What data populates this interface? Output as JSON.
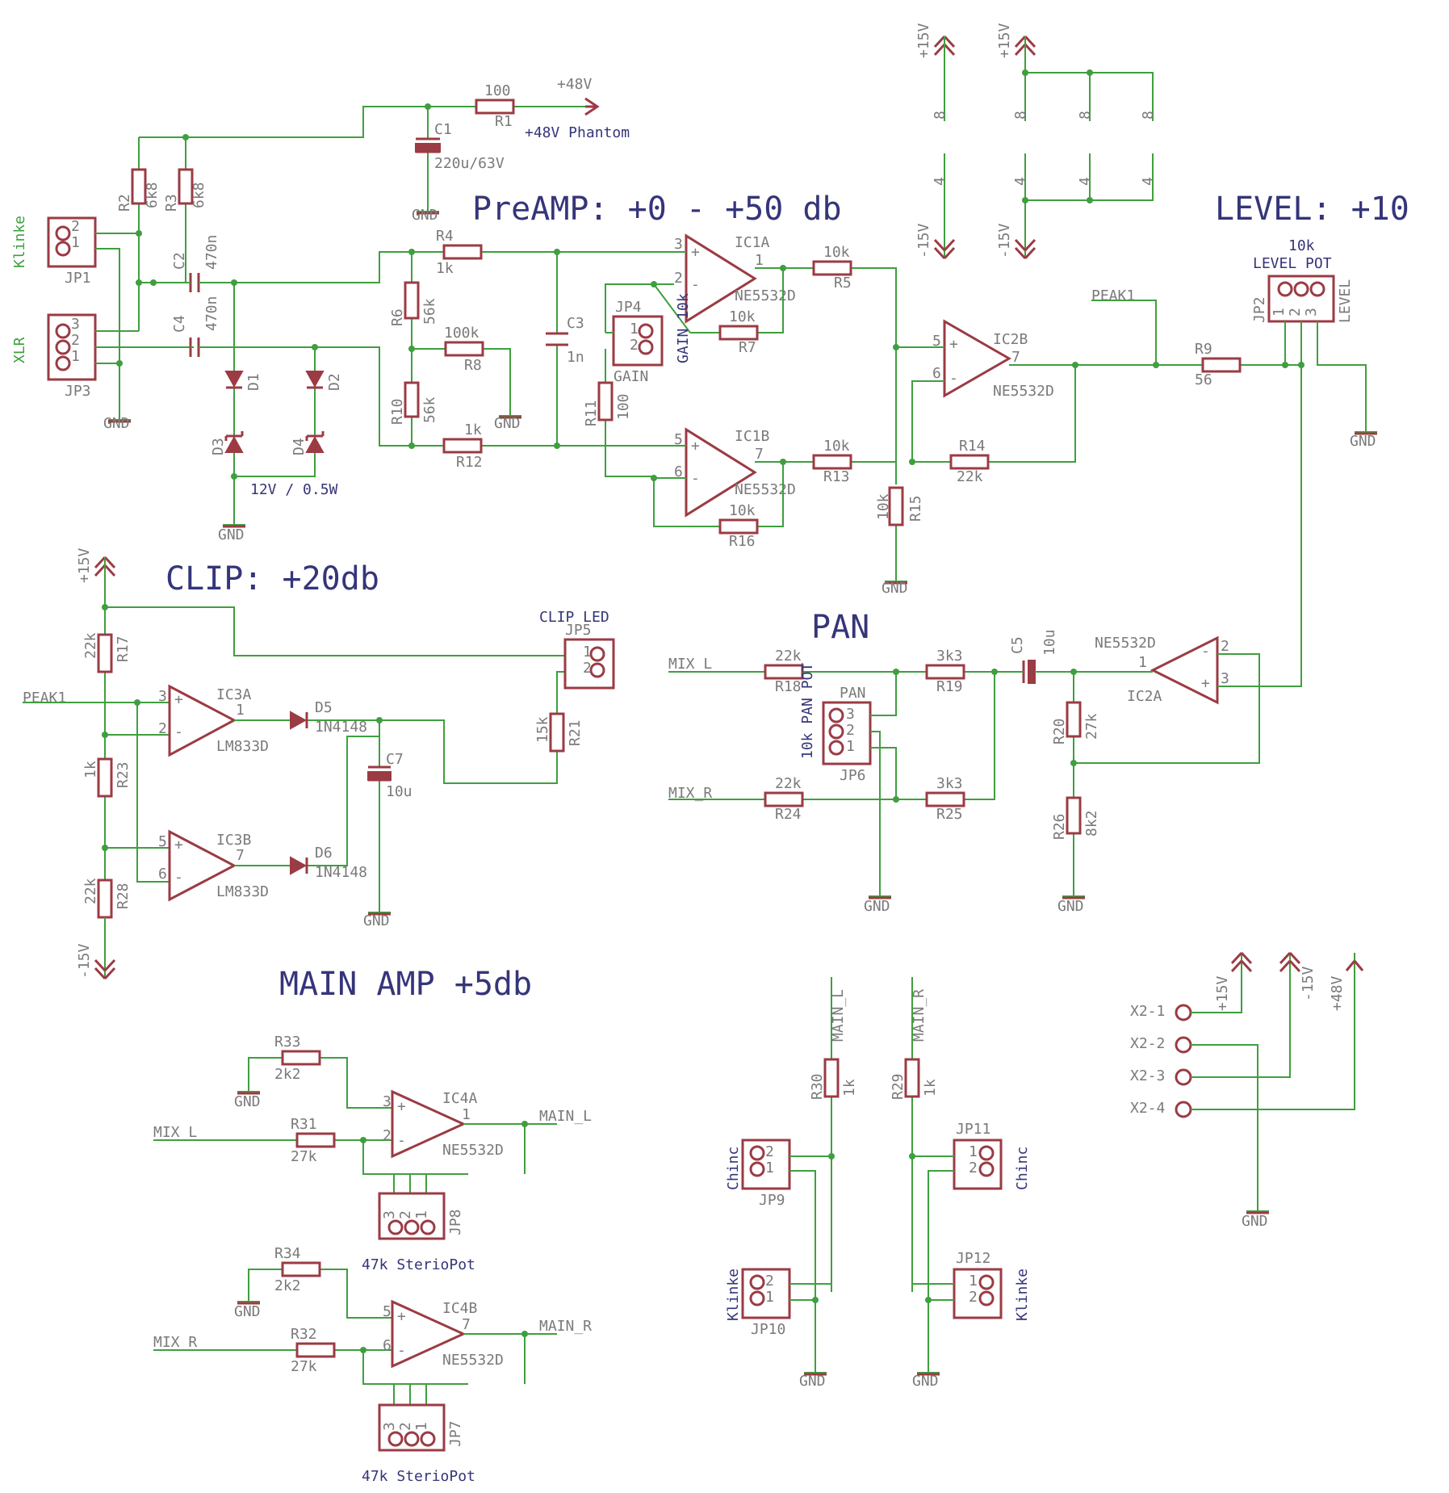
{
  "headings": {
    "preamp": "PreAMP: +0 - +50 db",
    "level": "LEVEL: +10",
    "clip": "CLIP: +20db",
    "pan": "PAN",
    "main_amp": "MAIN AMP +5db"
  },
  "notes": {
    "phantom": "+48V Phantom",
    "zener": "12V / 0.5W",
    "klinke": "Klinke",
    "xlr": "XLR",
    "chinc": "Chinc",
    "gain": "GAIN",
    "gain_pot": "GAIN 10k",
    "level_pot_top": "10k",
    "level_pot": "LEVEL POT",
    "level": "LEVEL",
    "clip_led": "CLIP LED",
    "pan": "PAN",
    "pan_pot": "10k PAN POT",
    "stereo_pot": "47k SterioPot"
  },
  "rails": {
    "p15": "+15V",
    "m15": "-15V",
    "p48": "+48V",
    "gnd": "GND"
  },
  "nets": {
    "peak1": "PEAK1",
    "mix_l": "MIX_L",
    "mix_r": "MIX_R",
    "main_l": "MAIN_L",
    "main_r": "MAIN_R",
    "x2_1": "X2-1",
    "x2_2": "X2-2",
    "x2_3": "X2-3",
    "x2_4": "X2-4"
  },
  "parts": {
    "R1": {
      "name": "R1",
      "value": "100"
    },
    "R2": {
      "name": "R2",
      "value": "6k8"
    },
    "R3": {
      "name": "R3",
      "value": "6k8"
    },
    "R4": {
      "name": "R4",
      "value": "1k"
    },
    "R5": {
      "name": "R5",
      "value": "10k"
    },
    "R6": {
      "name": "R6",
      "value": "56k"
    },
    "R7": {
      "name": "R7",
      "value": "10k"
    },
    "R8": {
      "name": "R8",
      "value": "100k"
    },
    "R9": {
      "name": "R9",
      "value": "56"
    },
    "R10": {
      "name": "R10",
      "value": "56k"
    },
    "R11": {
      "name": "R11",
      "value": "100"
    },
    "R12": {
      "name": "R12",
      "value": "1k"
    },
    "R13": {
      "name": "R13",
      "value": "10k"
    },
    "R14": {
      "name": "R14",
      "value": "22k"
    },
    "R15": {
      "name": "R15",
      "value": "10k"
    },
    "R16": {
      "name": "R16",
      "value": "10k"
    },
    "R17": {
      "name": "R17",
      "value": "22k"
    },
    "R18": {
      "name": "R18",
      "value": "22k"
    },
    "R19": {
      "name": "R19",
      "value": "3k3"
    },
    "R20": {
      "name": "R20",
      "value": "27k"
    },
    "R21": {
      "name": "R21",
      "value": "15k"
    },
    "R23": {
      "name": "R23",
      "value": "1k"
    },
    "R24": {
      "name": "R24",
      "value": "22k"
    },
    "R25": {
      "name": "R25",
      "value": "3k3"
    },
    "R26": {
      "name": "R26",
      "value": "8k2"
    },
    "R28": {
      "name": "R28",
      "value": "22k"
    },
    "R29": {
      "name": "R29",
      "value": "1k"
    },
    "R30": {
      "name": "R30",
      "value": "1k"
    },
    "R31": {
      "name": "R31",
      "value": "27k"
    },
    "R32": {
      "name": "R32",
      "value": "27k"
    },
    "R33": {
      "name": "R33",
      "value": "2k2"
    },
    "R34": {
      "name": "R34",
      "value": "2k2"
    },
    "C1": {
      "name": "C1",
      "value": "220u/63V"
    },
    "C2": {
      "name": "C2",
      "value": "470n"
    },
    "C3": {
      "name": "C3",
      "value": "1n"
    },
    "C4": {
      "name": "C4",
      "value": "470n"
    },
    "C5": {
      "name": "C5",
      "value": "10u"
    },
    "C7": {
      "name": "C7",
      "value": "10u"
    },
    "D1": {
      "name": "D1"
    },
    "D2": {
      "name": "D2"
    },
    "D3": {
      "name": "D3"
    },
    "D4": {
      "name": "D4"
    },
    "D5": {
      "name": "D5",
      "value": "1N4148"
    },
    "D6": {
      "name": "D6",
      "value": "1N4148"
    },
    "IC1A": {
      "name": "IC1A",
      "value": "NE5532D"
    },
    "IC1B": {
      "name": "IC1B",
      "value": "NE5532D"
    },
    "IC2A": {
      "name": "IC2A",
      "value": "NE5532D"
    },
    "IC2B": {
      "name": "IC2B",
      "value": "NE5532D"
    },
    "IC3A": {
      "name": "IC3A",
      "value": "LM833D"
    },
    "IC3B": {
      "name": "IC3B",
      "value": "LM833D"
    },
    "IC4A": {
      "name": "IC4A",
      "value": "NE5532D"
    },
    "IC4B": {
      "name": "IC4B",
      "value": "NE5532D"
    },
    "JP1": {
      "name": "JP1"
    },
    "JP2": {
      "name": "JP2"
    },
    "JP3": {
      "name": "JP3"
    },
    "JP4": {
      "name": "JP4"
    },
    "JP5": {
      "name": "JP5"
    },
    "JP6": {
      "name": "JP6"
    },
    "JP7": {
      "name": "JP7"
    },
    "JP8": {
      "name": "JP8"
    },
    "JP9": {
      "name": "JP9"
    },
    "JP10": {
      "name": "JP10"
    },
    "JP11": {
      "name": "JP11"
    },
    "JP12": {
      "name": "JP12"
    }
  },
  "pins": {
    "p1": "1",
    "p2": "2",
    "p3": "3",
    "p4": "4",
    "p5": "5",
    "p6": "6",
    "p7": "7",
    "p8": "8",
    "plus": "+",
    "minus": "-"
  }
}
